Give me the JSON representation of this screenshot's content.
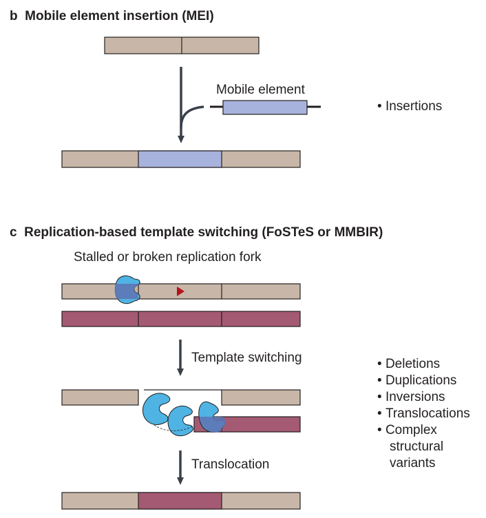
{
  "colors": {
    "beige": "#c8b7a8",
    "blue_segment": "#a8b3dd",
    "maroon": "#a45a72",
    "polymerase": "#4fb3e3",
    "polymerase_overlap": "#5d75b5",
    "arrow": "#394049",
    "marker": "#b5121b",
    "outline": "#231f20"
  },
  "panel_b": {
    "letter": "b",
    "title": "Mobile element insertion (MEI)",
    "mobile_element_label": "Mobile element",
    "bullets": [
      "Insertions"
    ]
  },
  "panel_c": {
    "letter": "c",
    "title": "Replication-based template switching (FoSTeS or MMBIR)",
    "fork_label": "Stalled or broken replication fork",
    "step1_label": "Template switching",
    "step2_label": "Translocation",
    "bullets": [
      "Deletions",
      "Duplications",
      "Inversions",
      "Translocations",
      "Complex",
      "structural",
      "variants"
    ]
  }
}
